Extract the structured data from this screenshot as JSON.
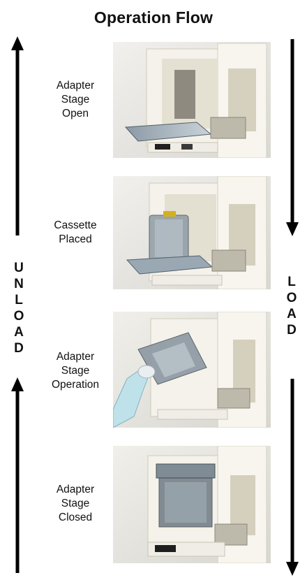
{
  "title": "Operation Flow",
  "steps": [
    {
      "label_lines": [
        "Adapter",
        "Stage",
        "Open"
      ]
    },
    {
      "label_lines": [
        "Cassette",
        "Placed"
      ]
    },
    {
      "label_lines": [
        "Adapter",
        "Stage",
        "Operation"
      ]
    },
    {
      "label_lines": [
        "Adapter",
        "Stage",
        "Closed"
      ]
    }
  ],
  "left_direction": {
    "letters": [
      "U",
      "N",
      "L",
      "O",
      "A",
      "D"
    ]
  },
  "right_direction": {
    "letters": [
      "L",
      "O",
      "A",
      "D"
    ]
  }
}
